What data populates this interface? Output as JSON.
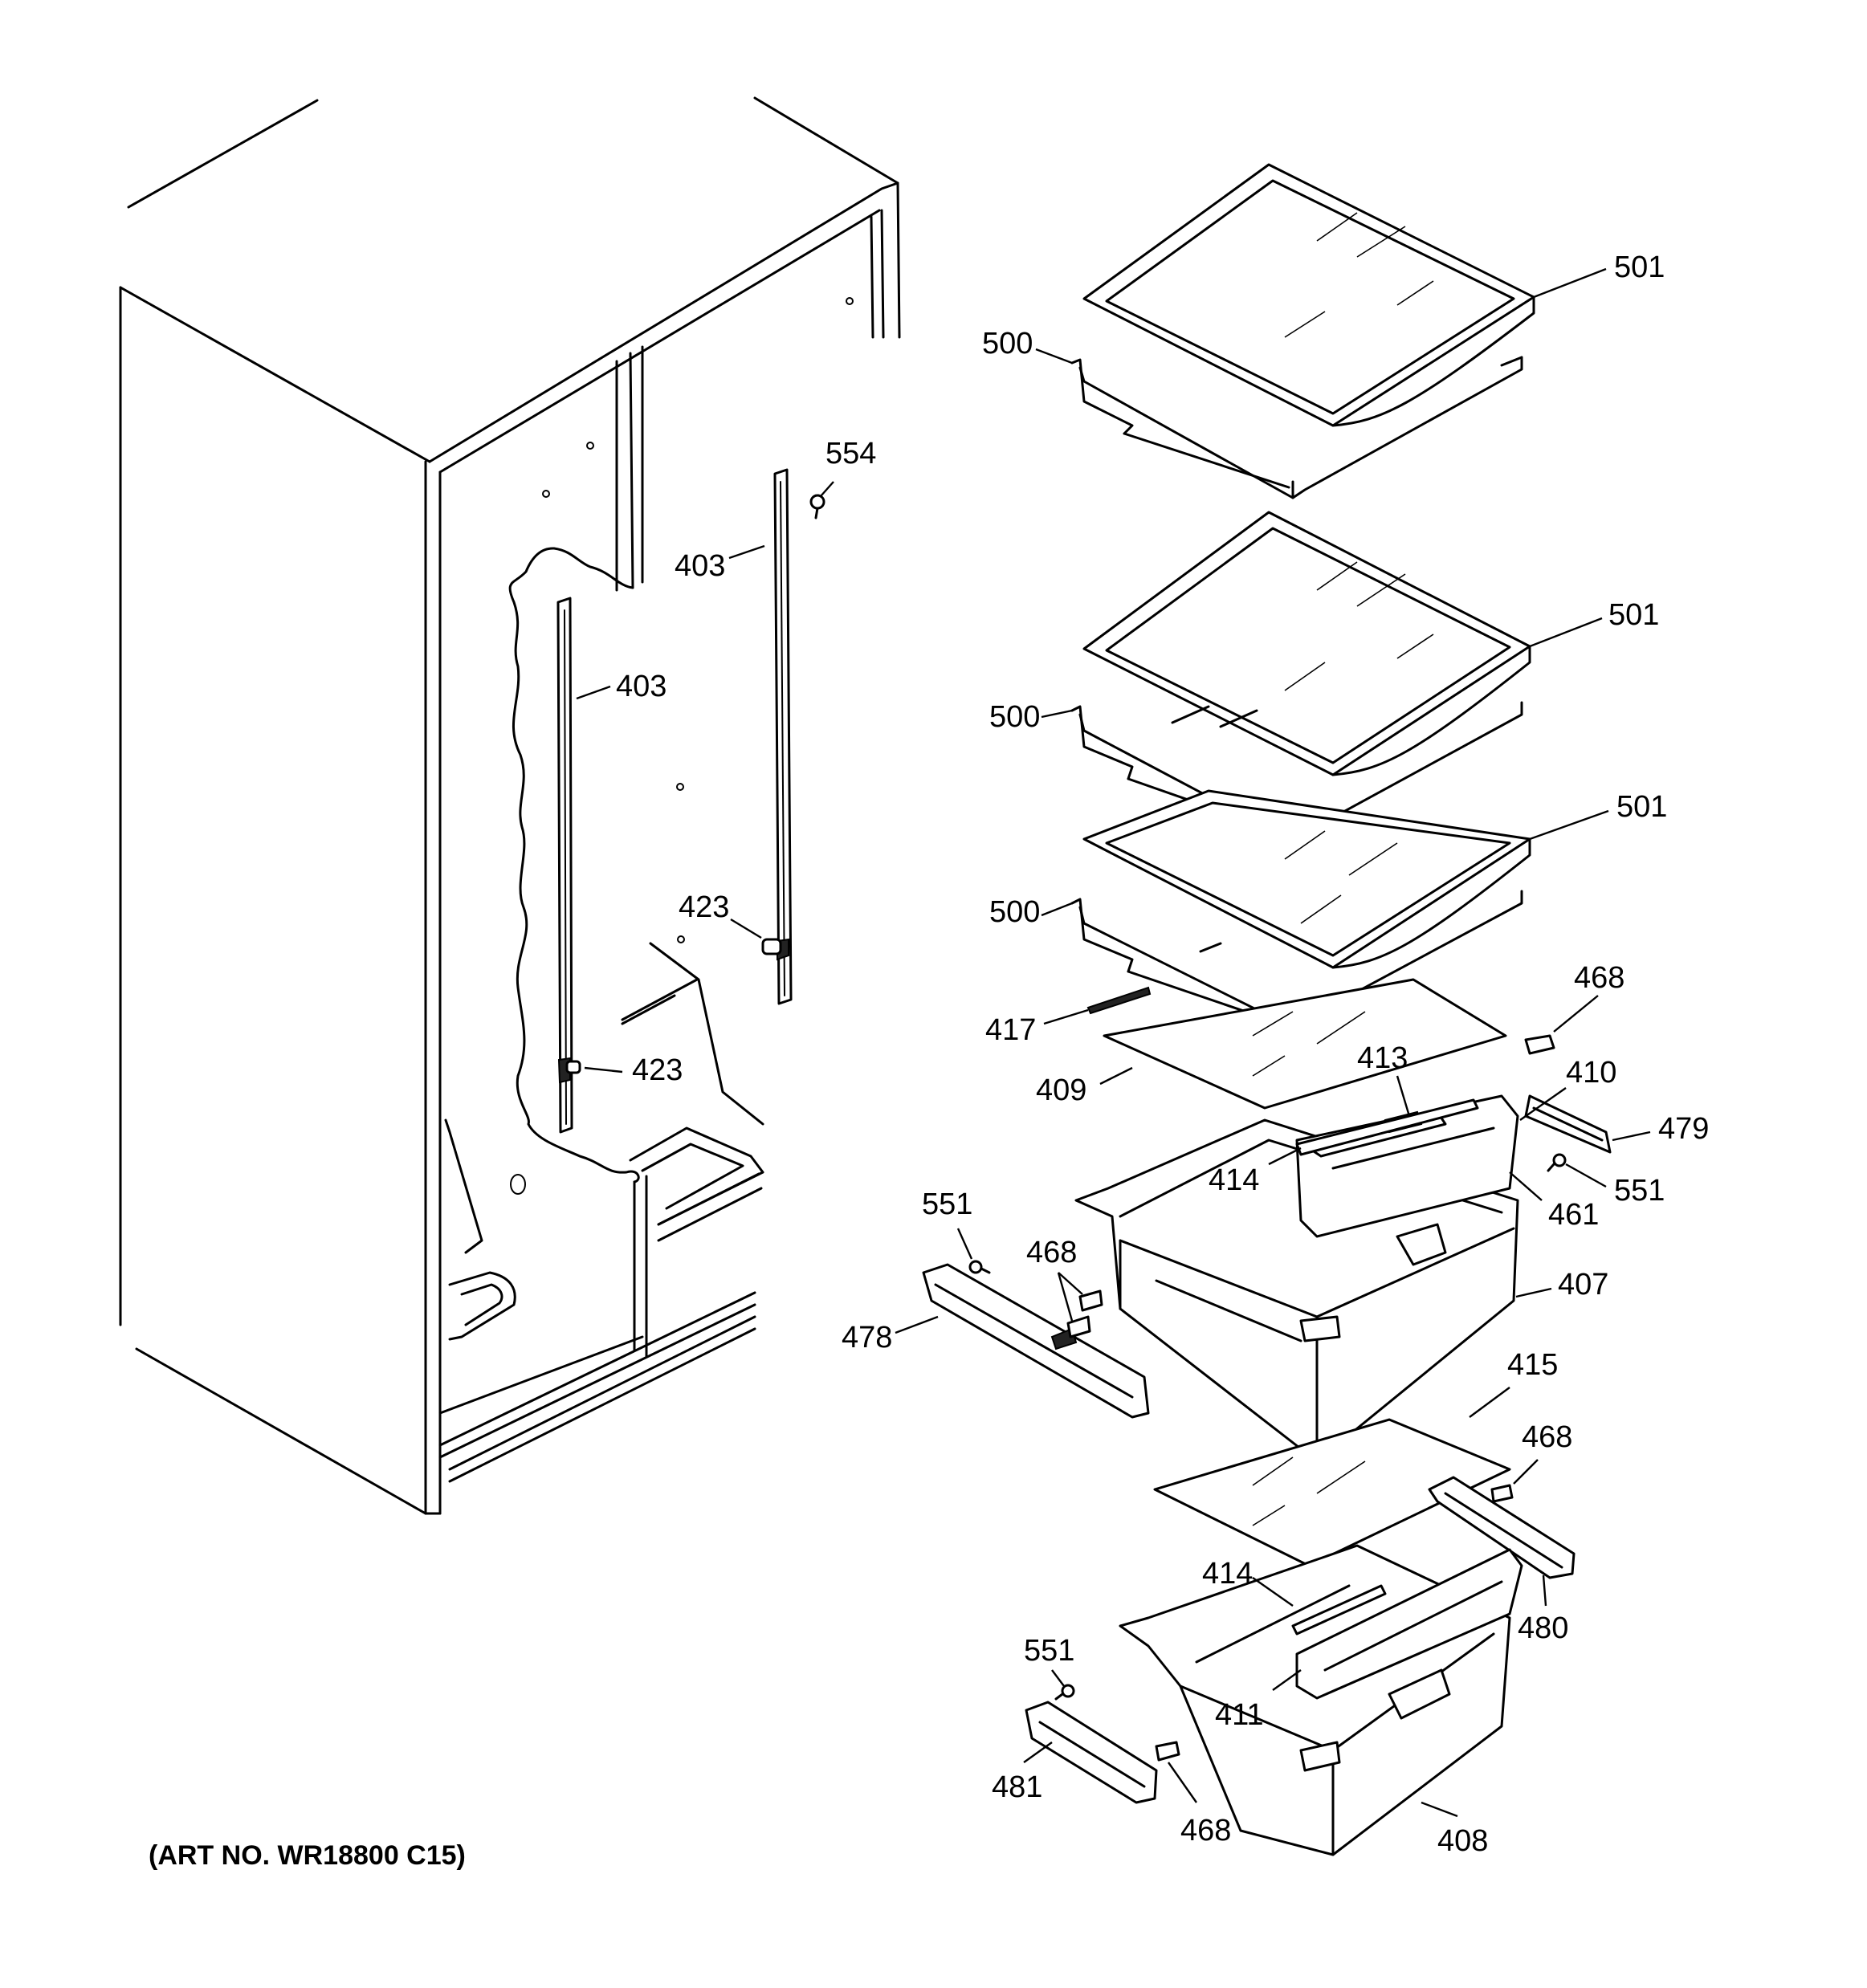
{
  "art_number": "(ART NO. WR18800 C15)",
  "callouts": [
    "501",
    "500",
    "501",
    "500",
    "501",
    "500",
    "554",
    "403",
    "403",
    "423",
    "423",
    "468",
    "417",
    "413",
    "410",
    "409",
    "479",
    "551",
    "414",
    "461",
    "551",
    "468",
    "478",
    "407",
    "415",
    "468",
    "414",
    "480",
    "551",
    "411",
    "481",
    "468",
    "408"
  ]
}
